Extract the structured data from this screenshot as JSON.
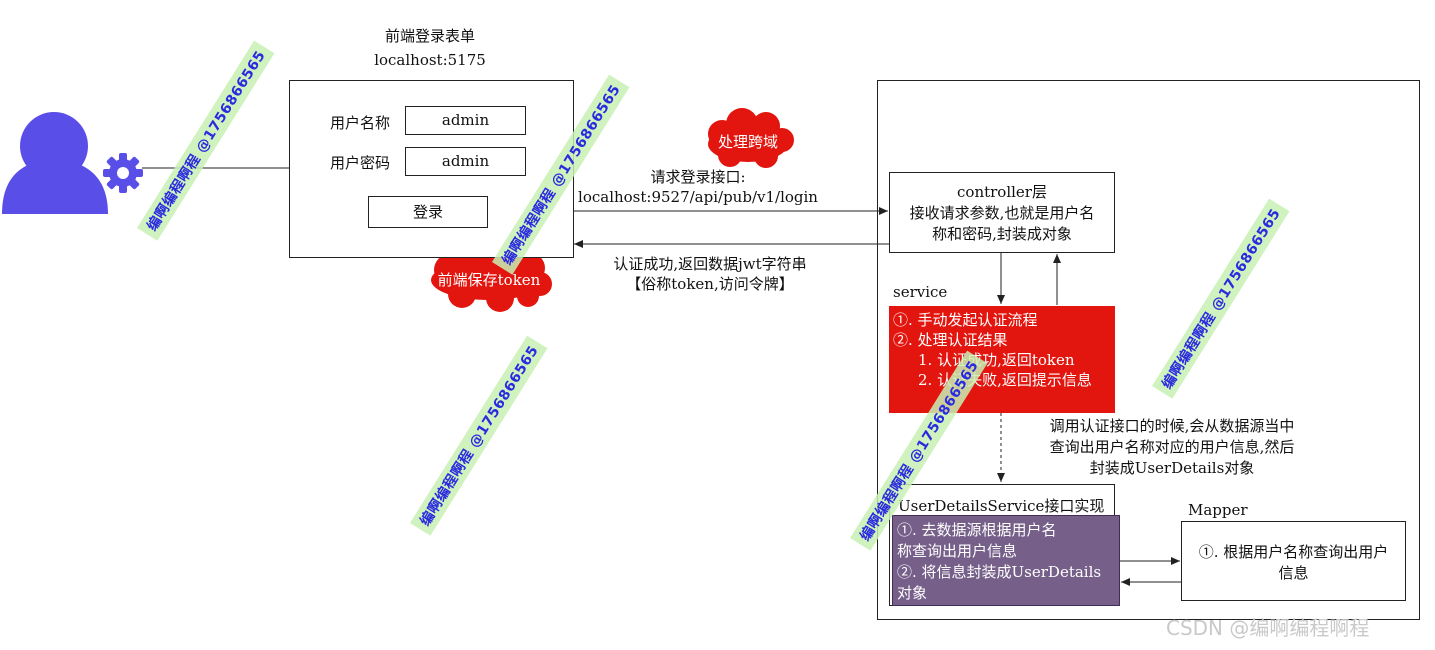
{
  "colors": {
    "user_icon": "#5a4ee8",
    "cloud_red": "#e3150f",
    "service_red": "#e3150f",
    "userdetails_purple": "#76608a",
    "watermark_text": "#2a2adf",
    "watermark_bg": "#c8f0b4"
  },
  "icons": {
    "user": "user-icon",
    "gear": "gear-icon"
  },
  "login_form": {
    "title_line1": "前端登录表单",
    "title_line2": "localhost:5175",
    "username_label": "用户名称",
    "username_value": "admin",
    "password_label": "用户密码",
    "password_value": "admin",
    "login_button": "登录"
  },
  "clouds": {
    "cors": "处理跨域",
    "save_token": "前端保存token"
  },
  "request_label": {
    "line1": "请求登录接口:",
    "line2": "localhost:9527/api/pub/v1/login"
  },
  "response_label": {
    "line1": "认证成功,返回数据jwt字符串",
    "line2": "【俗称token,访问令牌】"
  },
  "controller": {
    "line1": "controller层",
    "line2": "接收请求参数,也就是用户名",
    "line3": "称和密码,封装成对象"
  },
  "service": {
    "label": "service",
    "line1": "①. 手动发起认证流程",
    "line2": "②. 处理认证结果",
    "line3": "1. 认证成功,返回token",
    "line4": "2. 认证失败,返回提示信息"
  },
  "datasource_note": {
    "line1": "调用认证接口的时候,会从数据源当中",
    "line2": "查询出用户名称对应的用户信息,然后",
    "line3": "封装成UserDetails对象"
  },
  "userdetails": {
    "label": "UserDetailsService接口实现",
    "line1": "①. 去数据源根据用户名",
    "line2": "称查询出用户信息",
    "line3": "②. 将信息封装成UserDetails",
    "line4": "对象"
  },
  "mapper": {
    "label": "Mapper",
    "line1": "①. 根据用户名称查询出用户",
    "line2": "信息"
  },
  "watermarks": {
    "w1": "编啊编程啊程 @1756866565",
    "w2": "编啊编程啊程 @1756866565",
    "w3": "编啊编程啊程 @1756866565",
    "w4": "编啊编程啊程 @1756866565",
    "w5": "编啊编程啊程 @1756866565"
  },
  "footer": "CSDN @编啊编程啊程"
}
